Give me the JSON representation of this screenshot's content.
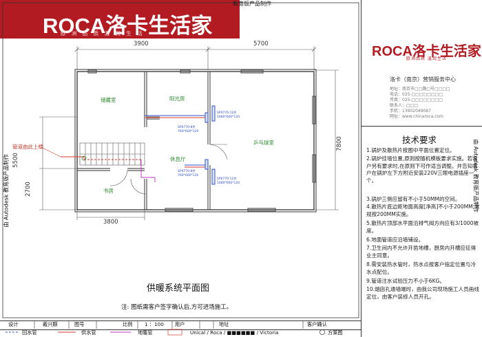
{
  "brand": {
    "logo": "ROCA洛卡生活家",
    "logo_sub": "欧 洲 品 质    温 润 生 活",
    "logo_sub_small": "欧洲品质 温润生活"
  },
  "watermark": {
    "top": "教育版产品制作",
    "left": "由 Autodesk 教育版产品制作",
    "right": "由 Autodesk 教育版产品制作"
  },
  "company": {
    "name": "洛卡（南京）营销服务中心",
    "lines": [
      "地址：南京市□□路□号□□□□",
      "电话：025-□□□□□□□□",
      "传真：025-□□□□□□□□",
      "联系人：□□□",
      "手机：13902049087",
      "网址：www.chinaroca.com"
    ]
  },
  "tech": {
    "title": "技术要求",
    "items": [
      "1.锅炉及散热片按图中平面位置定位。",
      "2.锅炉挂墙位置,原则按随机模板要求实施。若客户另有要求时,在原则下可作适当调整。并告知客户在锅炉左下方附近安装220V三眼电源插座一个。",
      "3.锅炉三侧应留有不小于50MM的空间。",
      "4.散热片底边距地面高度[净高]不小于200MM,常规按200MM实施。",
      "5.散热片顶部水平面沿排气阀方向应有3/1000坡度。",
      "6.地面管道应沿墙铺设。",
      "7.卫生间内不允许开凿地槽，厨房内开槽应征得业主同意。",
      "8.需安装热水管时，热水点按客户指定位置与冷水点配位。",
      "9.管道注水试验压力不小于6KG。",
      "10.烟囱孔通墙端时，由我公司现场施工人员画线定位，由客户装修人员开孔。"
    ]
  },
  "drawing": {
    "title": "供暖系统平面图",
    "note": "注: 图纸需客户签字确认后,方可进场施工。",
    "rooms": {
      "storage": "储藏室",
      "sunroom": "阳光房",
      "lounge": "休息厅",
      "billiards": "乒乓球室",
      "study": "书房"
    },
    "dims": {
      "top_left": "3900",
      "top_right": "5700",
      "bottom_left": "3800",
      "left_total": "5500",
      "left_lower": "2700",
      "right_total": "7800"
    },
    "pipe_note": "管道由此上楼",
    "radiators": [
      {
        "code": "SP0770-12片",
        "size": "1680*600*120"
      },
      {
        "code": "SP0770-8片",
        "size": "760*600*120"
      },
      {
        "code": "SP0770-8片",
        "size": "760*600*120"
      },
      {
        "code": "SP0770-12片",
        "size": "1680*600*120"
      }
    ]
  },
  "title_block": {
    "design_label": "设计",
    "designer": "戴兴麒",
    "drawing_no_label": "图号",
    "scale_label": "比例",
    "scale_value": "1 ：100",
    "user_label": "用户",
    "address_label": "地址",
    "confirm_label": "客户确认"
  },
  "legend": {
    "return": "回水管",
    "supply": "供水管",
    "floor": "地暖管",
    "brand_text": "Unical / Roca / ■■■■■■ / Victoria",
    "scheme": "方案图"
  },
  "colors": {
    "brand_red": "#b31b22",
    "room_green": "#2e8b2e",
    "supply_red": "#d9342b",
    "return_blue": "#2f4fd0",
    "heating_magenta": "#c031c0"
  }
}
